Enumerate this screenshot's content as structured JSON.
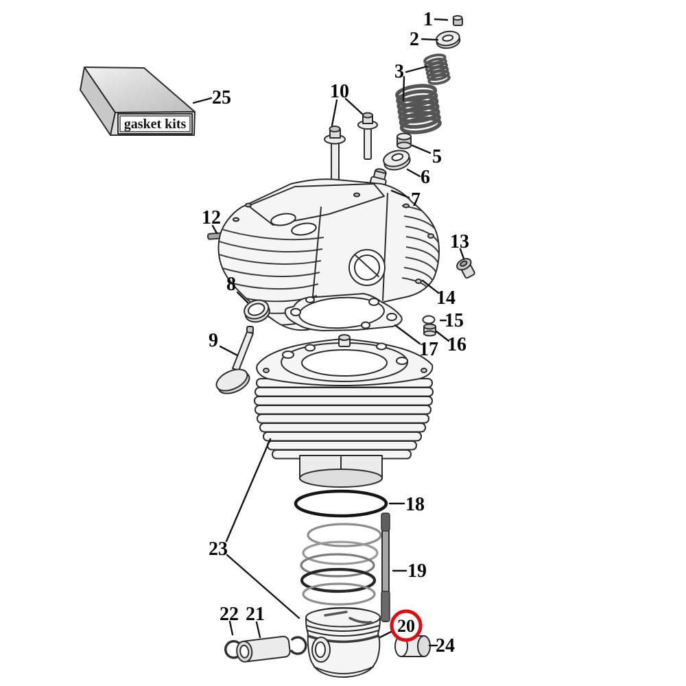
{
  "diagram": {
    "kind": "exploded-parts-diagram",
    "background_color": "#ffffff",
    "line_color": "#2b2b2b",
    "highlight_color": "#e30613",
    "highlighted_callout": "20"
  },
  "gasket_kit_box": {
    "label": "gasket kits"
  },
  "callouts": {
    "n1": "1",
    "n2": "2",
    "n3": "3",
    "n5": "5",
    "n6": "6",
    "n7": "7",
    "n8": "8",
    "n9": "9",
    "n10": "10",
    "n12": "12",
    "n13": "13",
    "n14": "14",
    "n15": "15",
    "n16": "16",
    "n17": "17",
    "n18": "18",
    "n19": "19",
    "n20": "20",
    "n21": "21",
    "n22": "22",
    "n23": "23",
    "n24": "24",
    "n25": "25"
  }
}
